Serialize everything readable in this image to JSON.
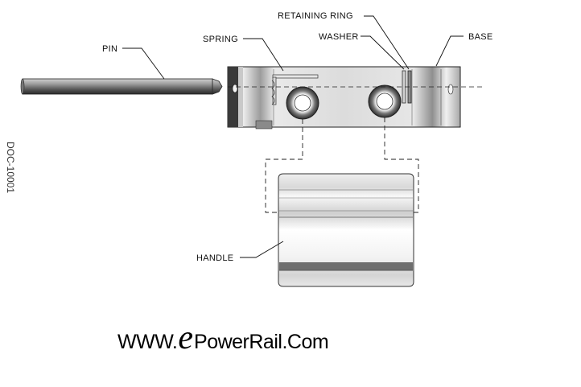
{
  "labels": {
    "pin": "PIN",
    "spring": "SPRING",
    "retaining_ring": "RETAINING RING",
    "washer": "WASHER",
    "base": "BASE",
    "handle": "HANDLE"
  },
  "document_id": "DOC-10001",
  "website": {
    "prefix": "WWW.",
    "logo_letter": "e",
    "suffix": "PowerRail.Com"
  }
}
